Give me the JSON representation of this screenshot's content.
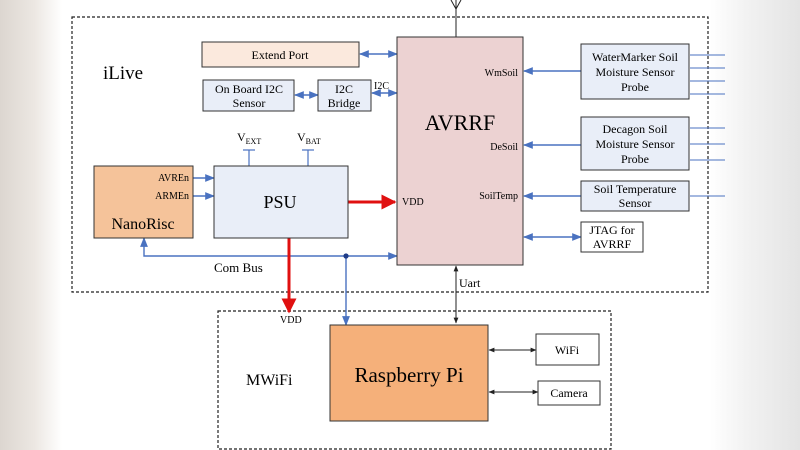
{
  "colors": {
    "extend_port_fill": "#fbe9dd",
    "avrrf_fill": "#ecd2d2",
    "sensor_fill": "#e9eef8",
    "psu_fill": "#e9eef8",
    "nanorisc_fill": "#f5c39a",
    "raspberry_fill": "#f5b07a",
    "blue_arrow": "#4a72c0",
    "red_arrow": "#e01010"
  },
  "ilive": {
    "label": "iLive"
  },
  "mwifi": {
    "label": "MWiFi"
  },
  "blocks": {
    "extend_port": "Extend Port",
    "onboard_i2c": [
      "On Board I2C",
      "Sensor"
    ],
    "i2c_bridge": [
      "I2C",
      "Bridge"
    ],
    "avrrf": "AVRRF",
    "watermarker": [
      "WaterMarker Soil",
      "Moisture Sensor",
      "Probe"
    ],
    "decagon": [
      "Decagon Soil",
      "Moisture Sensor",
      "Probe"
    ],
    "soil_temp": [
      "Soil Temperature",
      "Sensor"
    ],
    "jtag": [
      "JTAG for",
      "AVRRF"
    ],
    "psu": "PSU",
    "nanorisc": "NanoRisc",
    "raspberry": "Raspberry Pi",
    "wifi": "WiFi",
    "camera": "Camera"
  },
  "labels": {
    "i2c": "I2C",
    "wmsoil": "WmSoil",
    "desoil": "DeSoil",
    "soiltemp": "SoilTemp",
    "vdd_avr": "VDD",
    "vdd_rpi": "VDD",
    "vext": {
      "main": "V",
      "sub": "EXT"
    },
    "vbat": {
      "main": "V",
      "sub": "BAT"
    },
    "avren": "AVREn",
    "armen": "ARMEn",
    "com_bus": "Com Bus",
    "uart": "Uart"
  }
}
